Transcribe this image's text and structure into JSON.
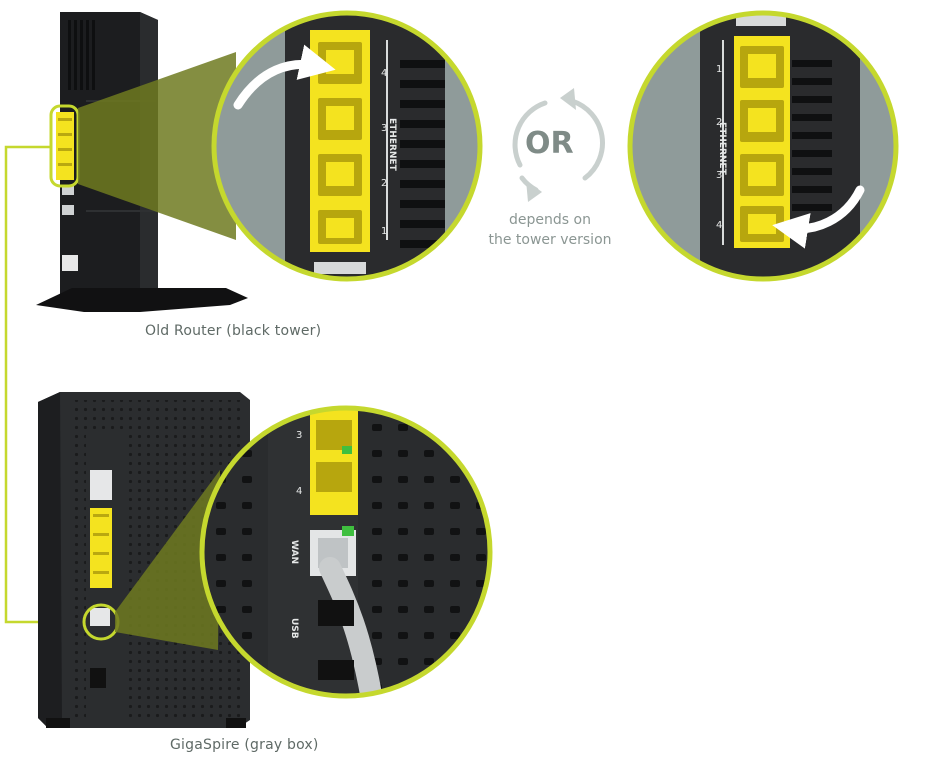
{
  "captions": {
    "old_router": "Old Router (black tower)",
    "gigaspire": "GigaSpire (gray box)"
  },
  "or_badge": {
    "label": "OR",
    "note_line1": "depends on",
    "note_line2": "the tower version"
  },
  "zoom_left": {
    "port_numbers": [
      "4",
      "3",
      "2",
      "1"
    ],
    "label": "ETHERNET"
  },
  "zoom_right": {
    "port_numbers": [
      "1",
      "2",
      "3",
      "4"
    ],
    "label": "ETHERNET"
  },
  "zoom_giga": {
    "port_numbers": [
      "3",
      "4"
    ],
    "wan_label": "WAN",
    "usb_label": "USB"
  },
  "colors": {
    "accent": "#c5d82e",
    "port_yellow": "#f4e31f",
    "device_dark": "#222426",
    "zoom_bg": "#8f9b9a"
  }
}
